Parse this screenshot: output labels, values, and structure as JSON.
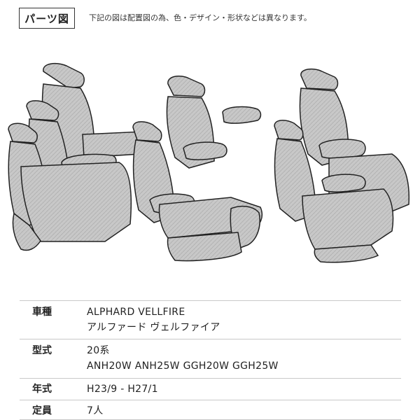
{
  "header": {
    "parts_label": "パーツ図",
    "note": "下記の図は配置図の為、色・デザイン・形状などは異なります。"
  },
  "illustration": {
    "icon": "seat-layout-illustration",
    "fill_color": "#c8c8c8",
    "stroke_color": "#222222"
  },
  "specs": [
    {
      "key": "車種",
      "values": [
        "ALPHARD VELLFIRE",
        "アルファード ヴェルファイア"
      ]
    },
    {
      "key": "型式",
      "values": [
        "20系",
        "ANH20W ANH25W GGH20W GGH25W"
      ]
    },
    {
      "key": "年式",
      "values": [
        "H23/9 - H27/1"
      ]
    },
    {
      "key": "定員",
      "values": [
        "7人"
      ]
    }
  ]
}
